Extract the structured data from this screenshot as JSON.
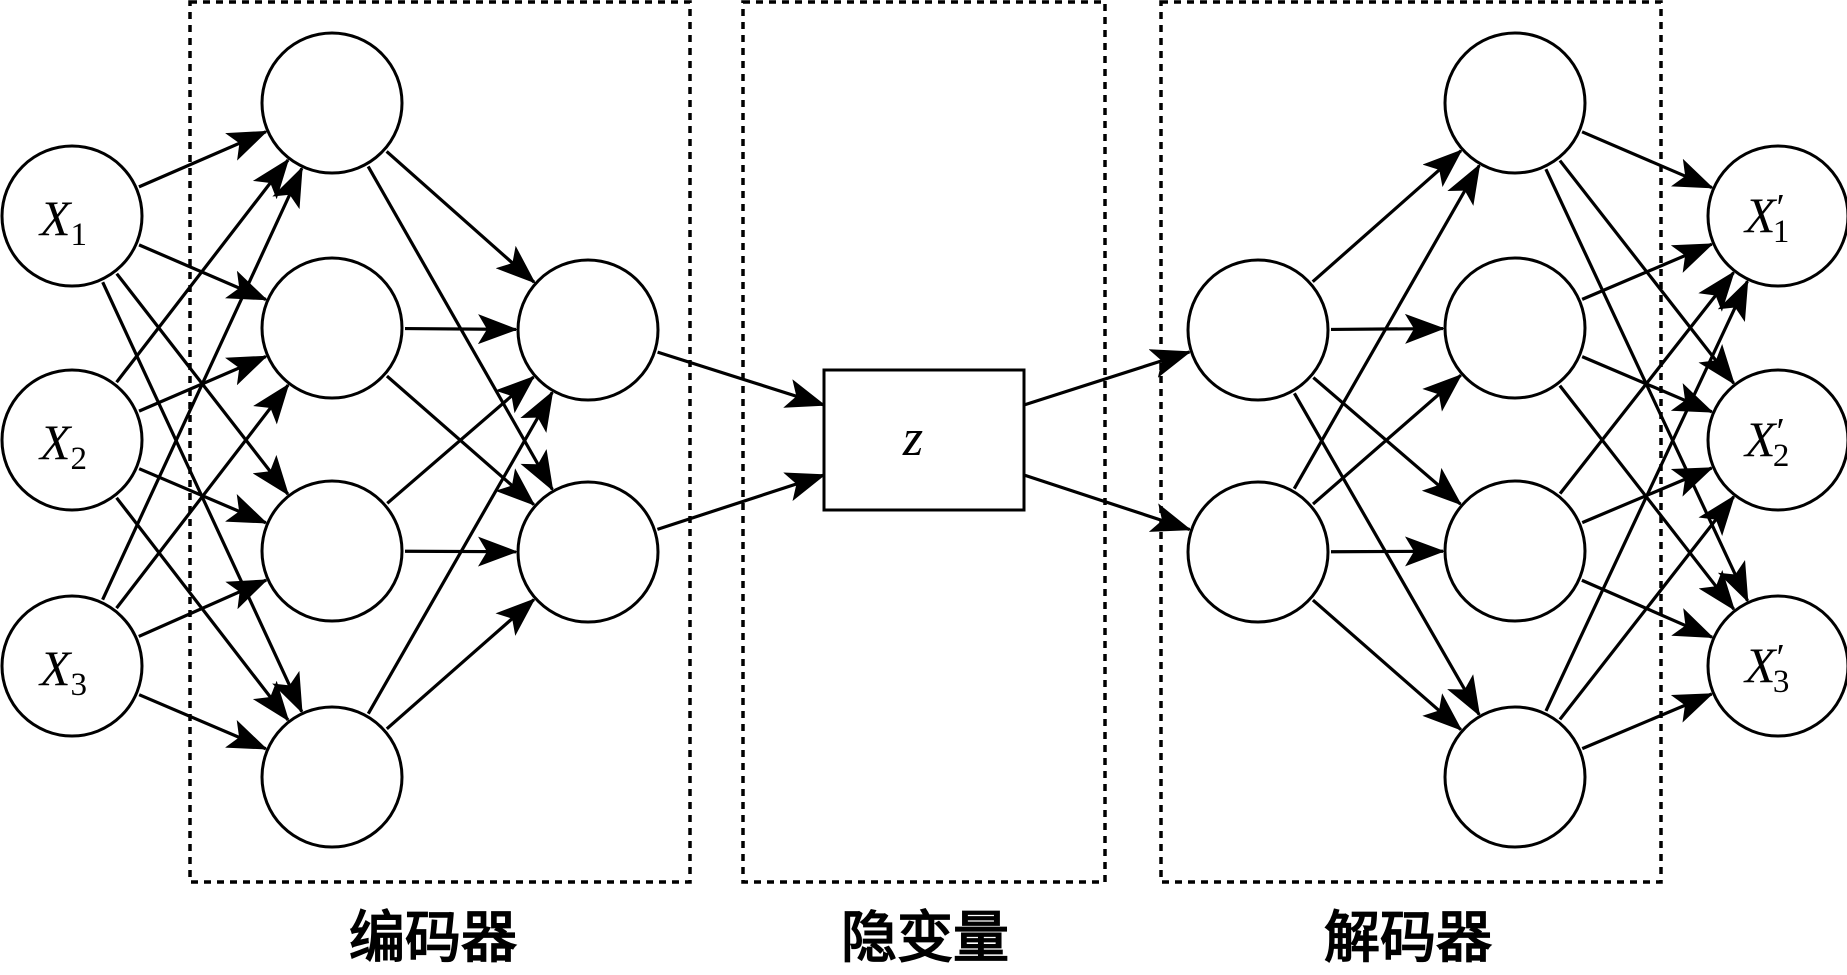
{
  "diagram": {
    "groups": [
      {
        "id": "encoder",
        "label": "编码器"
      },
      {
        "id": "latent",
        "label": "隐变量"
      },
      {
        "id": "decoder",
        "label": "解码器"
      }
    ],
    "latent": {
      "label": "z"
    },
    "inputs": [
      {
        "main": "X",
        "sub": "1"
      },
      {
        "main": "X",
        "sub": "2"
      },
      {
        "main": "X",
        "sub": "3"
      }
    ],
    "outputs": [
      {
        "main": "X",
        "sub": "1",
        "prime": "′"
      },
      {
        "main": "X",
        "sub": "2",
        "prime": "′"
      },
      {
        "main": "X",
        "sub": "3",
        "prime": "′"
      }
    ]
  }
}
